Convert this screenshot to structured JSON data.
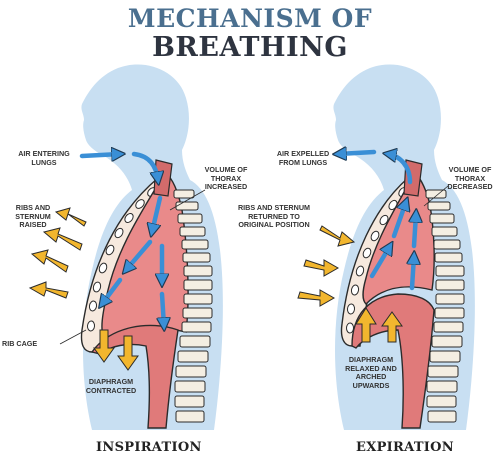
{
  "title": {
    "line1": "MECHANISM OF",
    "line2": "BREATHING"
  },
  "inspiration": {
    "caption": "INSPIRATION",
    "air": "AIR ENTERING LUNGS",
    "volume": "VOLUME OF THORAX INCREASED",
    "ribs": "RIBS AND STERNUM RAISED",
    "ribcage": "RIB CAGE",
    "diaphragm": "DIAPHRAGM CONTRACTED"
  },
  "expiration": {
    "caption": "EXPIRATION",
    "air": "AIR EXPELLED FROM LUNGS",
    "volume": "VOLUME OF THORAX DECREASED",
    "ribs": "RIBS AND STERNUM RETURNED TO ORIGINAL POSITION",
    "diaphragm": "DIAPHRAGM RELAXED AND ARCHED UPWARDS"
  },
  "colors": {
    "body": "#c8dff2",
    "lung": "#e98a8a",
    "lung_dark": "#c86060",
    "blue_arrow": "#3a8fd6",
    "yellow_arrow": "#f2b62e",
    "spine": "#f4eee2",
    "outline": "#2b2b2b"
  }
}
